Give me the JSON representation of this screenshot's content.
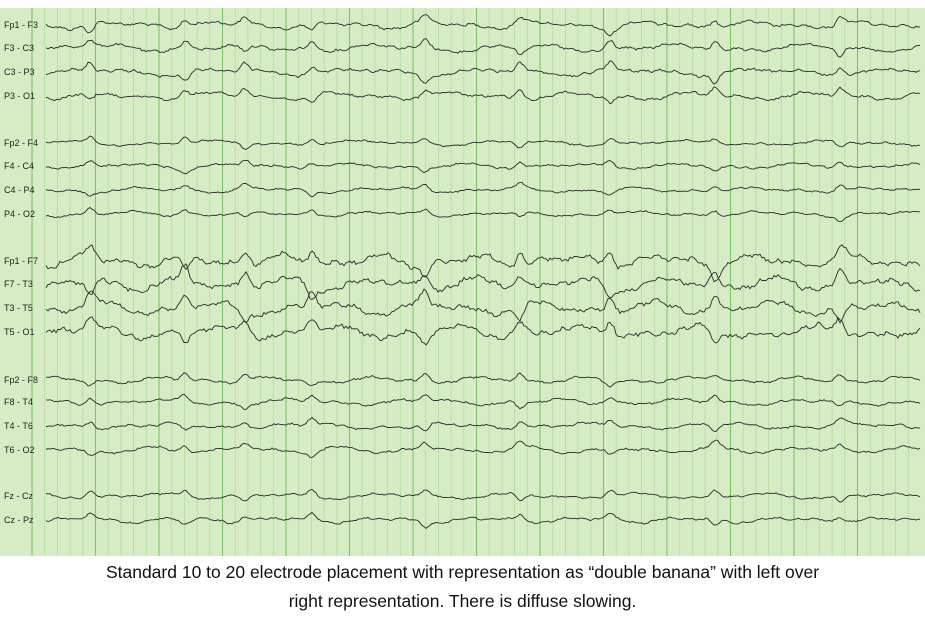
{
  "eeg": {
    "background_color": "#d6ecc4",
    "major_grid_color": "#7fc46a",
    "minor_grid_color": "#b5dca2",
    "trace_color": "#2a2a2a",
    "channels": [
      {
        "label": "Fp1 - F3",
        "group": "left-parasagittal"
      },
      {
        "label": "F3 - C3",
        "group": "left-parasagittal"
      },
      {
        "label": "C3 - P3",
        "group": "left-parasagittal"
      },
      {
        "label": "P3 - O1",
        "group": "left-parasagittal"
      },
      {
        "label": "Fp2 - F4",
        "group": "right-parasagittal"
      },
      {
        "label": "F4 - C4",
        "group": "right-parasagittal"
      },
      {
        "label": "C4 - P4",
        "group": "right-parasagittal"
      },
      {
        "label": "P4 - O2",
        "group": "right-parasagittal"
      },
      {
        "label": "Fp1 - F7",
        "group": "left-temporal"
      },
      {
        "label": "F7 - T3",
        "group": "left-temporal"
      },
      {
        "label": "T3 - T5",
        "group": "left-temporal"
      },
      {
        "label": "T5 - O1",
        "group": "left-temporal"
      },
      {
        "label": "Fp2 - F8",
        "group": "right-temporal"
      },
      {
        "label": "F8 - T4",
        "group": "right-temporal"
      },
      {
        "label": "T4 - T6",
        "group": "right-temporal"
      },
      {
        "label": "T6 - O2",
        "group": "right-temporal"
      },
      {
        "label": "Fz - Cz",
        "group": "midline"
      },
      {
        "label": "Cz - Pz",
        "group": "midline"
      }
    ]
  },
  "caption": {
    "line1": "Standard 10 to 20 electrode placement with representation as “double banana” with left over",
    "line2": "right representation. There is diffuse slowing."
  }
}
